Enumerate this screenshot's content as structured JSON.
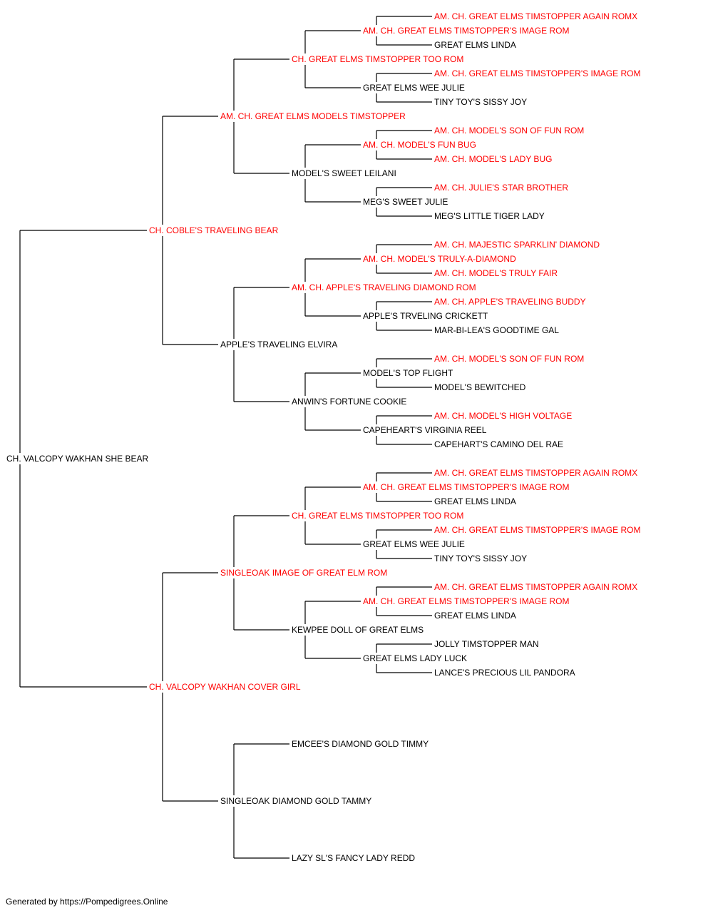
{
  "colors": {
    "champion": "#ff0000",
    "regular": "#000000",
    "line": "#000000"
  },
  "pedigree": {
    "name": "CH. VALCOPY WAKHAN SHE BEAR",
    "champion": false,
    "sire": {
      "name": "CH. COBLE'S TRAVELING BEAR",
      "champion": true,
      "sire": {
        "name": "AM. CH. GREAT ELMS MODELS TIMSTOPPER",
        "champion": true,
        "sire": {
          "name": "CH. GREAT ELMS TIMSTOPPER TOO ROM",
          "champion": true,
          "sire": {
            "name": "AM. CH. GREAT ELMS TIMSTOPPER'S IMAGE ROM",
            "champion": true,
            "sire": {
              "name": "AM. CH. GREAT ELMS TIMSTOPPER AGAIN ROMX",
              "champion": true
            },
            "dam": {
              "name": "GREAT ELMS LINDA",
              "champion": false
            }
          },
          "dam": {
            "name": "GREAT ELMS WEE JULIE",
            "champion": false,
            "sire": {
              "name": "AM. CH. GREAT ELMS TIMSTOPPER'S IMAGE ROM",
              "champion": true
            },
            "dam": {
              "name": "TINY TOY'S SISSY JOY",
              "champion": false
            }
          }
        },
        "dam": {
          "name": "MODEL'S SWEET LEILANI",
          "champion": false,
          "sire": {
            "name": "AM. CH. MODEL'S FUN BUG",
            "champion": true,
            "sire": {
              "name": "AM. CH. MODEL'S SON OF FUN ROM",
              "champion": true
            },
            "dam": {
              "name": "AM. CH. MODEL'S LADY BUG",
              "champion": true
            }
          },
          "dam": {
            "name": "MEG'S SWEET JULIE",
            "champion": false,
            "sire": {
              "name": "AM. CH. JULIE'S STAR BROTHER",
              "champion": true
            },
            "dam": {
              "name": "MEG'S LITTLE TIGER LADY",
              "champion": false
            }
          }
        }
      },
      "dam": {
        "name": "APPLE'S TRAVELING ELVIRA",
        "champion": false,
        "sire": {
          "name": "AM. CH. APPLE'S TRAVELING DIAMOND ROM",
          "champion": true,
          "sire": {
            "name": "AM. CH. MODEL'S TRULY-A-DIAMOND",
            "champion": true,
            "sire": {
              "name": "AM. CH. MAJESTIC SPARKLIN' DIAMOND",
              "champion": true
            },
            "dam": {
              "name": "AM. CH. MODEL'S TRULY FAIR",
              "champion": true
            }
          },
          "dam": {
            "name": "APPLE'S TRVELING CRICKETT",
            "champion": false,
            "sire": {
              "name": "AM. CH. APPLE'S TRAVELING BUDDY",
              "champion": true
            },
            "dam": {
              "name": "MAR-BI-LEA'S GOODTIME GAL",
              "champion": false
            }
          }
        },
        "dam": {
          "name": "ANWIN'S FORTUNE COOKIE",
          "champion": false,
          "sire": {
            "name": "MODEL'S TOP FLIGHT",
            "champion": false,
            "sire": {
              "name": "AM. CH. MODEL'S SON OF FUN ROM",
              "champion": true
            },
            "dam": {
              "name": "MODEL'S BEWITCHED",
              "champion": false
            }
          },
          "dam": {
            "name": "CAPEHEART'S VIRGINIA REEL",
            "champion": false,
            "sire": {
              "name": "AM. CH. MODEL'S HIGH VOLTAGE",
              "champion": true
            },
            "dam": {
              "name": "CAPEHART'S CAMINO DEL RAE",
              "champion": false
            }
          }
        }
      }
    },
    "dam": {
      "name": "CH. VALCOPY WAKHAN COVER GIRL",
      "champion": true,
      "sire": {
        "name": "SINGLEOAK IMAGE OF GREAT ELM ROM",
        "champion": true,
        "sire": {
          "name": "CH. GREAT ELMS TIMSTOPPER TOO ROM",
          "champion": true,
          "sire": {
            "name": "AM. CH. GREAT ELMS TIMSTOPPER'S IMAGE ROM",
            "champion": true,
            "sire": {
              "name": "AM. CH. GREAT ELMS TIMSTOPPER AGAIN ROMX",
              "champion": true
            },
            "dam": {
              "name": "GREAT ELMS LINDA",
              "champion": false
            }
          },
          "dam": {
            "name": "GREAT ELMS WEE JULIE",
            "champion": false,
            "sire": {
              "name": "AM. CH. GREAT ELMS TIMSTOPPER'S IMAGE ROM",
              "champion": true
            },
            "dam": {
              "name": "TINY TOY'S SISSY JOY",
              "champion": false
            }
          }
        },
        "dam": {
          "name": "KEWPEE DOLL OF GREAT ELMS",
          "champion": false,
          "sire": {
            "name": "AM. CH. GREAT ELMS TIMSTOPPER'S IMAGE ROM",
            "champion": true,
            "sire": {
              "name": "AM. CH. GREAT ELMS TIMSTOPPER AGAIN ROMX",
              "champion": true
            },
            "dam": {
              "name": "GREAT ELMS LINDA",
              "champion": false
            }
          },
          "dam": {
            "name": "GREAT ELMS LADY LUCK",
            "champion": false,
            "sire": {
              "name": "JOLLY TIMSTOPPER MAN",
              "champion": false
            },
            "dam": {
              "name": "LANCE'S PRECIOUS LIL PANDORA",
              "champion": false
            }
          }
        }
      },
      "dam": {
        "name": "SINGLEOAK DIAMOND GOLD TAMMY",
        "champion": false,
        "sire": {
          "name": "EMCEE'S DIAMOND GOLD TIMMY",
          "champion": false
        },
        "dam": {
          "name": "LAZY SL'S FANCY LADY REDD",
          "champion": false
        }
      }
    }
  },
  "footer": "Generated by https://Pompedigrees.Online"
}
